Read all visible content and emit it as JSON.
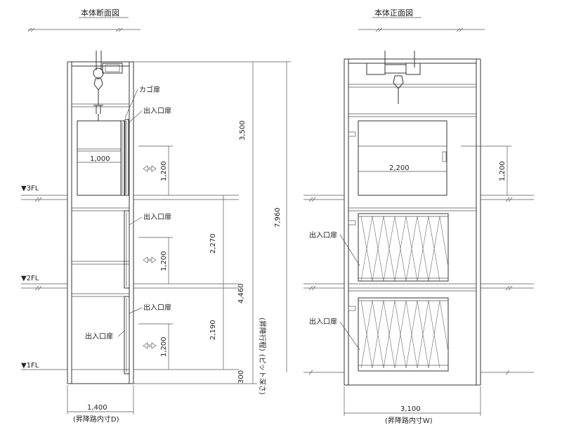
{
  "titles": {
    "section": "本体断面図",
    "front": "本体正面図"
  },
  "floors": {
    "f3": "▼3FL",
    "f2": "▼2FL",
    "f1": "▼1FL"
  },
  "labels": {
    "cage_door": "カゴ扉",
    "entrance_door": "出入口扉",
    "entrance_door_2": "出入口扉",
    "entrance_door_3": "出入口扉",
    "entrance_door_4": "出入口扉",
    "front_door_1": "出入口扉",
    "front_door_2": "出入口扉"
  },
  "dimensions": {
    "d3500": "3,500",
    "d7960": "7,960",
    "d4460": "4,460",
    "travel": "(昇降行程)",
    "d2270": "2,270",
    "d2190": "2,190",
    "d300": "300",
    "pit": "(ピット深さ)",
    "d1000": "1,000",
    "d1200a": "1,200",
    "d1200b": "1,200",
    "d1200c": "1,200",
    "d1200front": "1,200",
    "d2200": "2,200",
    "d1400": "1,400",
    "shaft_d": "(昇降路内寸D)",
    "d3100": "3,100",
    "shaft_w": "(昇降路内寸W)"
  }
}
